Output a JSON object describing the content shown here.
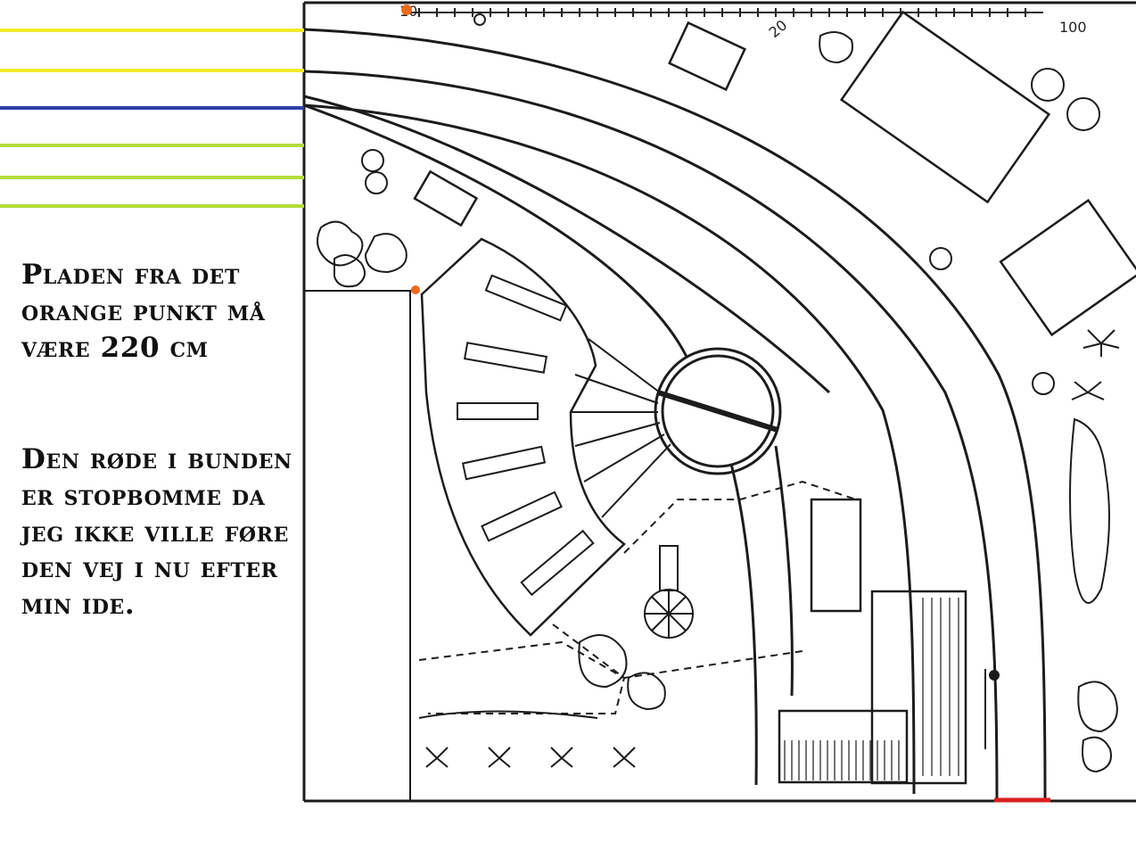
{
  "notes": {
    "orange_point": "Pladen fra det orange punkt må være 220 cm",
    "red_stop": "Den røde i bunden er stopbomme da jeg ikke ville føre den vej i nu efter min ide."
  },
  "scale": {
    "mark_10": "10",
    "mark_20": "20",
    "mark_100": "100"
  },
  "colors": {
    "yellow_track": "#f2ea2a",
    "blue_track": "#2f3fa8",
    "green_track": "#b6dc3a",
    "orange_point": "#ee6a1c",
    "red_stop": "#d91f1f",
    "ink": "#1c1c1c"
  }
}
